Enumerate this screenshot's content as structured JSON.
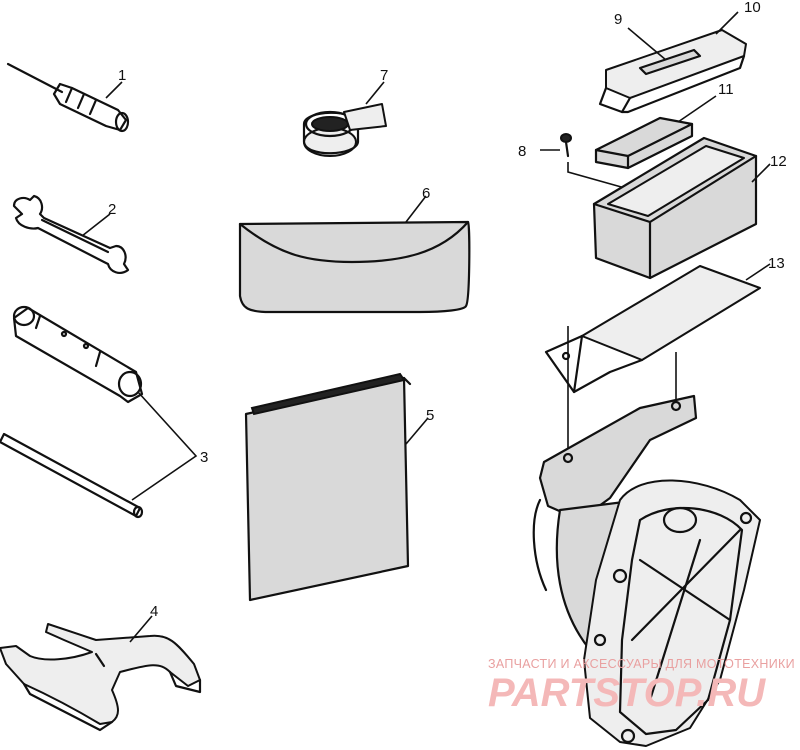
{
  "callouts": [
    {
      "id": "1",
      "label": "1"
    },
    {
      "id": "2",
      "label": "2"
    },
    {
      "id": "3",
      "label": "3"
    },
    {
      "id": "4",
      "label": "4"
    },
    {
      "id": "5",
      "label": "5"
    },
    {
      "id": "6",
      "label": "6"
    },
    {
      "id": "7",
      "label": "7"
    },
    {
      "id": "8",
      "label": "8"
    },
    {
      "id": "9",
      "label": "9"
    },
    {
      "id": "10",
      "label": "10"
    },
    {
      "id": "11",
      "label": "11"
    },
    {
      "id": "12",
      "label": "12"
    },
    {
      "id": "13",
      "label": "13"
    }
  ],
  "watermark": {
    "line1": "ЗАПЧАСТИ И АКСЕССУАРЫ ДЛЯ МОТОТЕХНИКИ",
    "line2": "PARTSTOP.RU"
  }
}
